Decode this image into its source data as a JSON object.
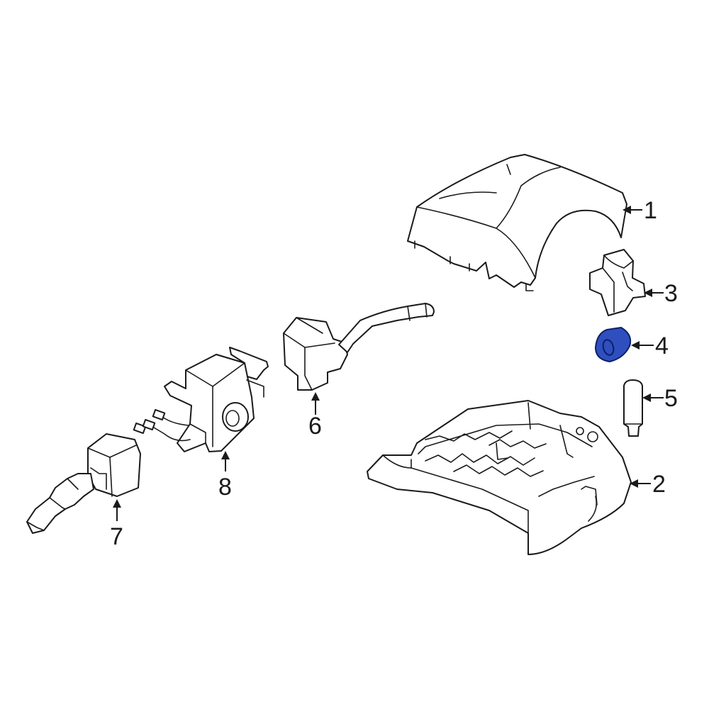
{
  "colors": {
    "line": "#1a1a1a",
    "background": "#ffffff",
    "highlight_fill": "#2f4fbf",
    "highlight_stroke": "#0d1f66"
  },
  "highlighted_part": "4",
  "callouts": {
    "c1": "1",
    "c2": "2",
    "c3": "3",
    "c4": "4",
    "c5": "5",
    "c6": "6",
    "c7": "7",
    "c8": "8"
  }
}
